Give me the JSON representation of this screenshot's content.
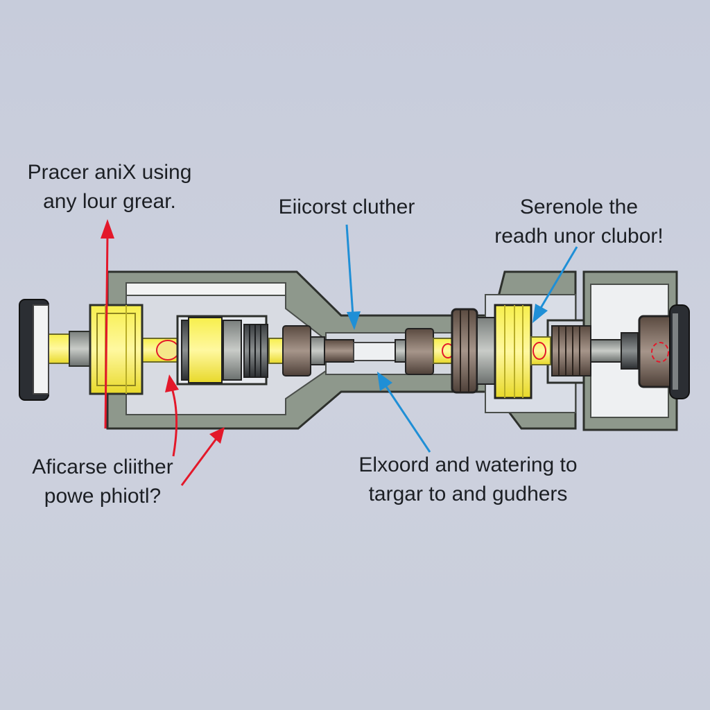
{
  "labels": {
    "top_left": [
      "Pracer aniX using",
      "any lour grear."
    ],
    "top_center": [
      "Eiicorst cluther"
    ],
    "top_right": [
      "Serenole the",
      "readh unor clubor!"
    ],
    "bottom_left": [
      "Aficarse cliither",
      "powe phiotl?"
    ],
    "bottom_center": [
      "Elxoord and watering to",
      "targar to and gudhers"
    ]
  },
  "colors": {
    "background": "#c9cedd",
    "housing": "#8e988c",
    "housing_inner": "#d9dde6",
    "gear_yellow": "#f0e62a",
    "shaft_yellow": "#f3ea3a",
    "red_arrow": "#e3182a",
    "blue_arrow": "#1f8fd6",
    "dark_part": "#2b2e33"
  }
}
